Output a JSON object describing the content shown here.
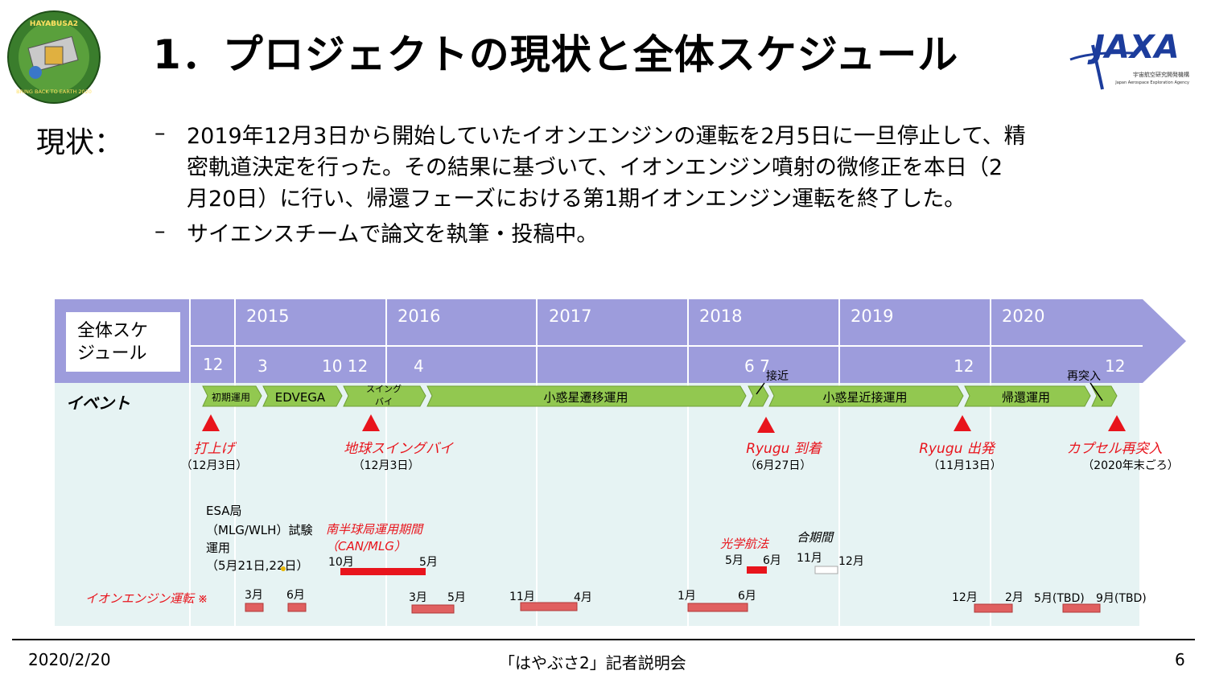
{
  "slide": {
    "title": "1．プロジェクトの現状と全体スケジュール",
    "status_label": "現状：",
    "bullets": [
      {
        "dash": "–",
        "lines": [
          "2019年12月3日から開始していたイオンエンジンの運転を2月5日に一旦停止して、精",
          "密軌道決定を行った。その結果に基づいて、イオンエンジン噴射の微修正を本日（2",
          "月20日）に行い、帰還フェーズにおける第1期イオンエンジン運転を終了した。"
        ]
      },
      {
        "dash": "–",
        "lines": [
          "サイエンスチームで論文を執筆・投稿中。"
        ]
      }
    ],
    "logos": {
      "left_text_top": "HAYABUSA2",
      "left_text_bottom": "BRING BACK TO EARTH 2020",
      "right_text": "JAXA",
      "right_sub1": "宇宙航空研究開発機構",
      "right_sub2": "Japan Aerospace Exploration Agency"
    }
  },
  "schedule": {
    "label_line1": "全体スケ",
    "label_line2": "ジュール",
    "years": [
      "2015",
      "2016",
      "2017",
      "2018",
      "2019",
      "2020"
    ],
    "months": [
      "12",
      "3",
      "10 12",
      "4",
      "6 7",
      "12",
      "12"
    ],
    "event_label": "イベント",
    "phases": [
      "初期運用",
      "EDVEGA",
      "スイング",
      "バイ",
      "小惑星遷移運用",
      "小惑星近接運用",
      "帰還運用"
    ],
    "approach_label": "接近",
    "reentry_label": "再突入",
    "milestones": [
      {
        "name": "打上げ",
        "date": "（12月3日）"
      },
      {
        "name": "地球スイングバイ",
        "date": "（12月3日）"
      },
      {
        "name": "Ryugu 到着",
        "date": "（6月27日）"
      },
      {
        "name": "Ryugu 出発",
        "date": "（11月13日）"
      },
      {
        "name": "カプセル再突入",
        "date": "（2020年末ごろ）"
      }
    ],
    "esa_lines": [
      "ESA局",
      "（MLG/WLH）試験",
      "運用",
      "（5月21日,22日）"
    ],
    "south": {
      "title": "南半球局運用期間",
      "sub": "（CAN/MLG）",
      "start": "10月",
      "end": "5月"
    },
    "optical": {
      "title": "光学航法",
      "start": "5月",
      "end": "6月"
    },
    "conjunction": {
      "title": "合期間",
      "start": "11月",
      "end": "12月"
    },
    "ion_label": "イオンエンジン運転 ※",
    "ion_marks": [
      "3月",
      "6月",
      "3月",
      "5月",
      "11月",
      "4月",
      "1月",
      "6月",
      "12月",
      "2月",
      "5月(TBD)",
      "9月(TBD)"
    ]
  },
  "footer": {
    "date": "2020/2/20",
    "center": "「はやぶさ2」記者説明会",
    "page": "6"
  },
  "colors": {
    "band": "#9d9cdc",
    "event_bg": "#e6f3f3",
    "phase_green": "#92c850",
    "red": "#e8141c",
    "ion_bar": "#e06060"
  }
}
